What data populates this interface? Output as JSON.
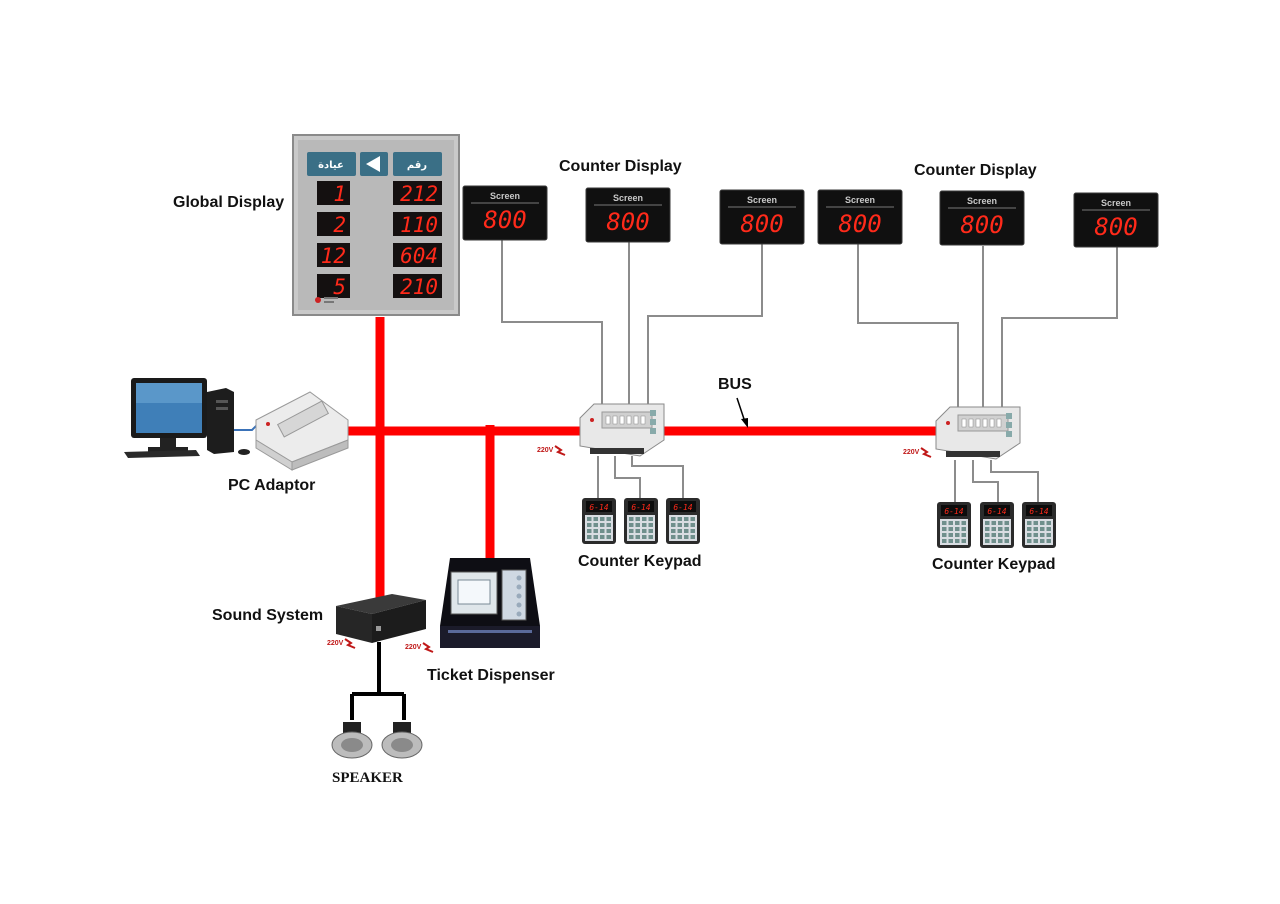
{
  "labels": {
    "global_display": "Global Display",
    "counter_display_left": "Counter Display",
    "counter_display_right": "Counter Display",
    "pc_adaptor": "PC Adaptor",
    "bus": "BUS",
    "counter_keypad_left": "Counter Keypad",
    "counter_keypad_right": "Counter Keypad",
    "sound_system": "Sound System",
    "ticket_dispenser": "Ticket Dispenser",
    "speaker": "SPEAKER"
  },
  "power_label": "220V",
  "counter_screen": {
    "caption": "Screen",
    "value": "800"
  },
  "global_board": {
    "header_left": "عيادة",
    "header_right": "رقم",
    "rows": [
      {
        "counter": "1",
        "ticket": "212"
      },
      {
        "counter": "2",
        "ticket": "110"
      },
      {
        "counter": "12",
        "ticket": "604"
      },
      {
        "counter": "5",
        "ticket": "210"
      }
    ]
  },
  "keypad_value": "6-14",
  "colors": {
    "bus": "#ff0000",
    "wire": "#8c8c8c",
    "led": "#ff2a1a",
    "speaker_wire": "#000000"
  }
}
